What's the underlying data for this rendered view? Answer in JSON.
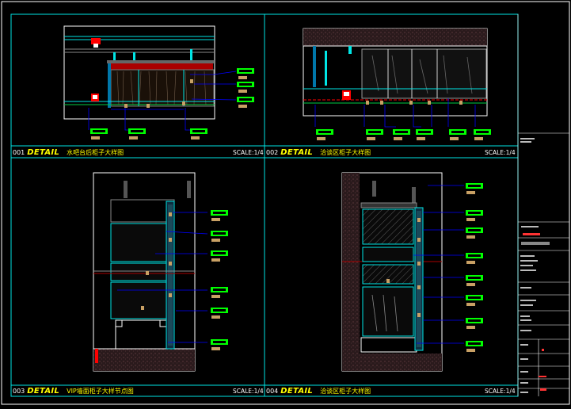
{
  "panels": [
    {
      "num": "001",
      "detail": "DETAIL",
      "name": "水吧台后柜子大样图",
      "scale": "SCALE:1/4"
    },
    {
      "num": "002",
      "detail": "DETAIL",
      "name": "洽谈区柜子大样图",
      "scale": "SCALE:1/4"
    },
    {
      "num": "003",
      "detail": "DETAIL",
      "name": "VIP墙面柜子大样节点图",
      "scale": "SCALE:1/4"
    },
    {
      "num": "004",
      "detail": "DETAIL",
      "name": "洽谈区柜子大样图",
      "scale": "SCALE:1/4"
    }
  ],
  "colors": {
    "frame": "#00e5e5",
    "panel_border": "#ffffff",
    "accent": "#ff0000",
    "leader": "#0000ff",
    "tag": "#00ff00",
    "wood": "#c8a064",
    "text_yellow": "#ffff00"
  }
}
